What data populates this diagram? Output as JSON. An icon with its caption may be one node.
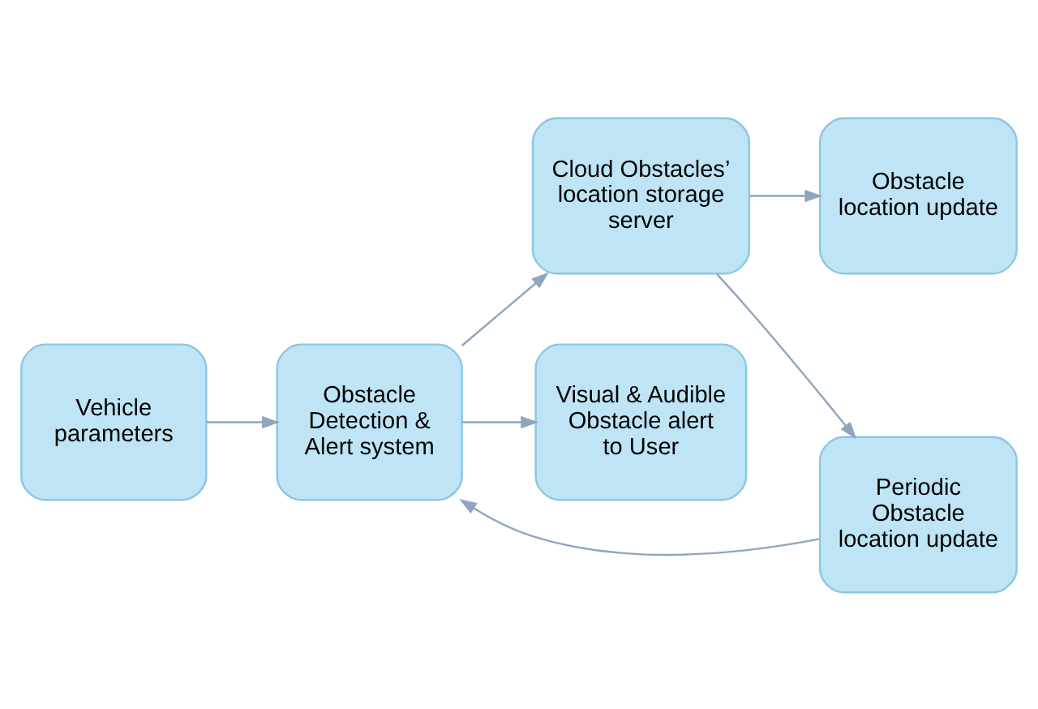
{
  "diagram": {
    "nodes": [
      {
        "text": [
          "Vehicle parameters"
        ]
      },
      {
        "text": [
          "Obstacle Detection & Alert system"
        ]
      },
      {
        "text": [
          "Cloud Obstacles’ location storage server"
        ]
      },
      {
        "text": [
          "Periodic Obstacle location update"
        ]
      },
      {
        "text": [
          "Obstacle location update"
        ]
      },
      {
        "text": [
          "Visual & Audible Obstacle alert to User"
        ]
      }
    ],
    "edges": [
      {
        "from": 0,
        "to": 1,
        "arrow": "to"
      },
      {
        "from": 1,
        "to": 2,
        "arrow": "to"
      },
      {
        "from": 2,
        "to": 3,
        "arrow": "to"
      },
      {
        "from": 3,
        "to": 1,
        "arrow": "to"
      },
      {
        "from": 2,
        "to": 4,
        "arrow": "to"
      },
      {
        "from": 1,
        "to": 5,
        "arrow": "to"
      }
    ]
  }
}
